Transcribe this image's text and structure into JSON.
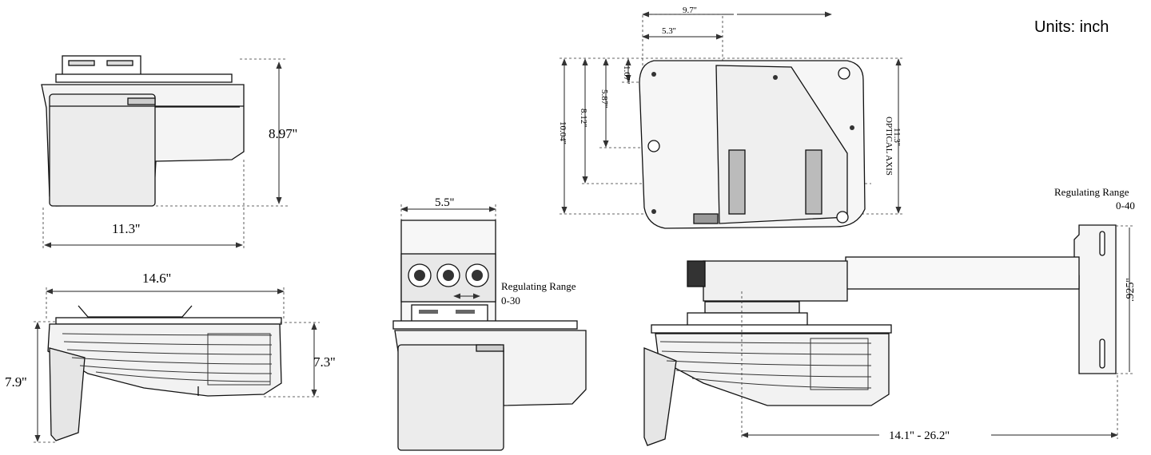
{
  "units_label": "Units: inch",
  "top_view": {
    "height": "8.97''",
    "width": "11.3''"
  },
  "side_view": {
    "length": "14.6''",
    "height_total": "7.9''",
    "height_body": "7.3''"
  },
  "bracket_view": {
    "width": "5.5''",
    "regulating_range_title": "Regulating Range",
    "regulating_range_value": "0-30"
  },
  "bottom_view": {
    "top_width": "9.7''",
    "offset_53": "5.3''",
    "offset_107": "1.07''",
    "offset_587": "5.87''",
    "offset_812": "8.12''",
    "offset_1004": "10.04''",
    "depth": "11.3''",
    "optical_axis_label": "OPTICAL AXIS"
  },
  "wall_mount": {
    "regulating_range_title": "Regulating Range",
    "regulating_range_value": "0-40",
    "plate_height": ".925''",
    "extension": "14.1'' - 26.2''"
  }
}
